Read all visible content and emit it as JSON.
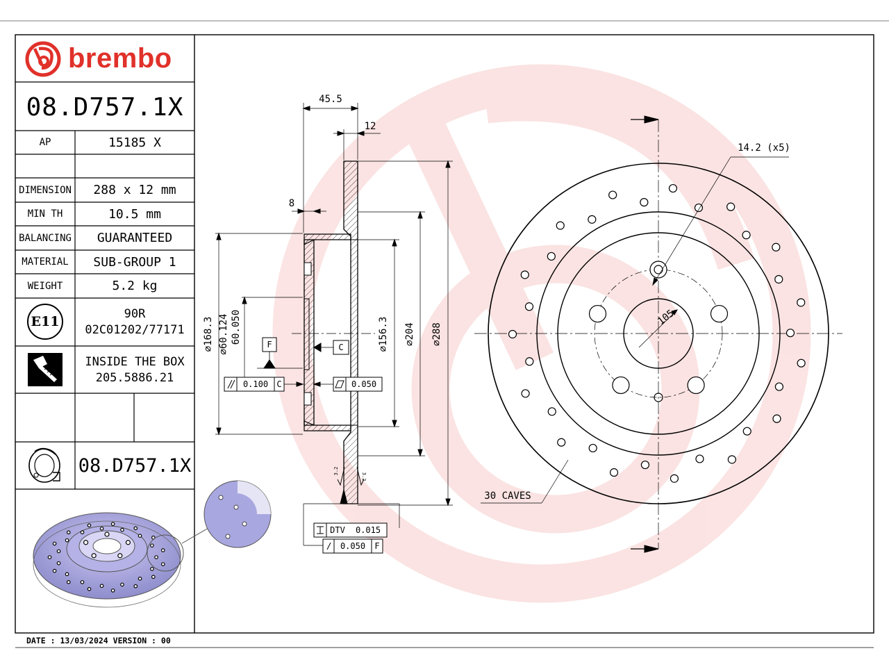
{
  "brand": {
    "name": "brembo",
    "color": "#e0312a"
  },
  "part_number": "08.D757.1X",
  "table": {
    "ap_label": "AP",
    "ap_value": "15185 X",
    "rows": [
      {
        "label": "DIMENSION",
        "value": "288 x 12 mm"
      },
      {
        "label": "MIN TH",
        "value": "10.5 mm"
      },
      {
        "label": "BALANCING",
        "value": "GUARANTEED"
      },
      {
        "label": "MATERIAL",
        "value": "SUB-GROUP 1"
      },
      {
        "label": "WEIGHT",
        "value": "5.2 kg"
      }
    ],
    "e11_label": "E11",
    "approval_line1": "90R",
    "approval_line2": "02C01202/77171",
    "inside_line1": "INSIDE THE BOX",
    "inside_line2": "205.5886.21",
    "bottom_part_number": "08.D757.1X"
  },
  "section": {
    "dim_width": "45.5",
    "dim_thickness": "12",
    "dim_hat": "8",
    "dia_168": "⌀168.3",
    "dia_60a": "⌀60.124",
    "dia_60b": "60.050",
    "dia_156": "⌀156.3",
    "dia_204": "⌀204",
    "dia_288": "⌀288",
    "datum_f": "F",
    "datum_c": "C",
    "tol_parallel": "0.100",
    "tol_parallel_ref": "C",
    "tol_flat": "0.050",
    "roughness_a": "3.2",
    "roughness_b": "3.2",
    "tol_dtv_label": "DTV",
    "tol_dtv": "0.015",
    "tol_runout": "0.050",
    "tol_runout_ref": "F"
  },
  "front": {
    "hole_callout": "14.2 (x5)",
    "pcd": "105",
    "caves": "30 CAVES"
  },
  "footer": {
    "date_label": "DATE :",
    "date": "13/03/2024",
    "version_label": "VERSION :",
    "version": "00"
  }
}
